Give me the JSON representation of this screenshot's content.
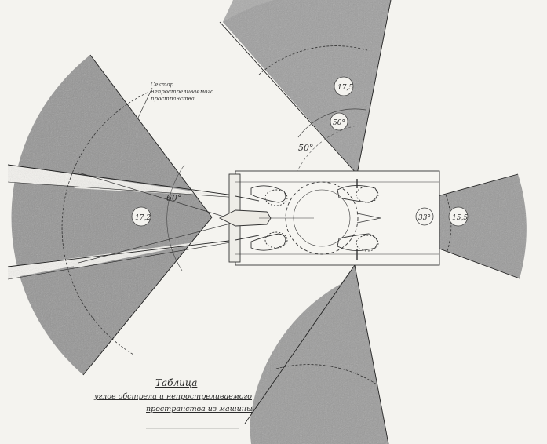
{
  "title": "Таблица",
  "subtitle_line1": "углов обстрела и непростреливаемого",
  "subtitle_line2": "пространства из машины",
  "dead_zone_note": "Сектор непростреливаемого пространства",
  "sectors": {
    "top": {
      "angle_label": "50°",
      "range_label": "17,5"
    },
    "left": {
      "angle_label": "60°",
      "range_label": "17,2"
    },
    "right": {
      "angle_label": "33°",
      "range_label": "15,5"
    }
  },
  "dead_angle_label": "50°",
  "colors": {
    "sector_fill": "#8d8d8d",
    "line": "#3a3a3a",
    "paper": "#f4f3ef"
  }
}
